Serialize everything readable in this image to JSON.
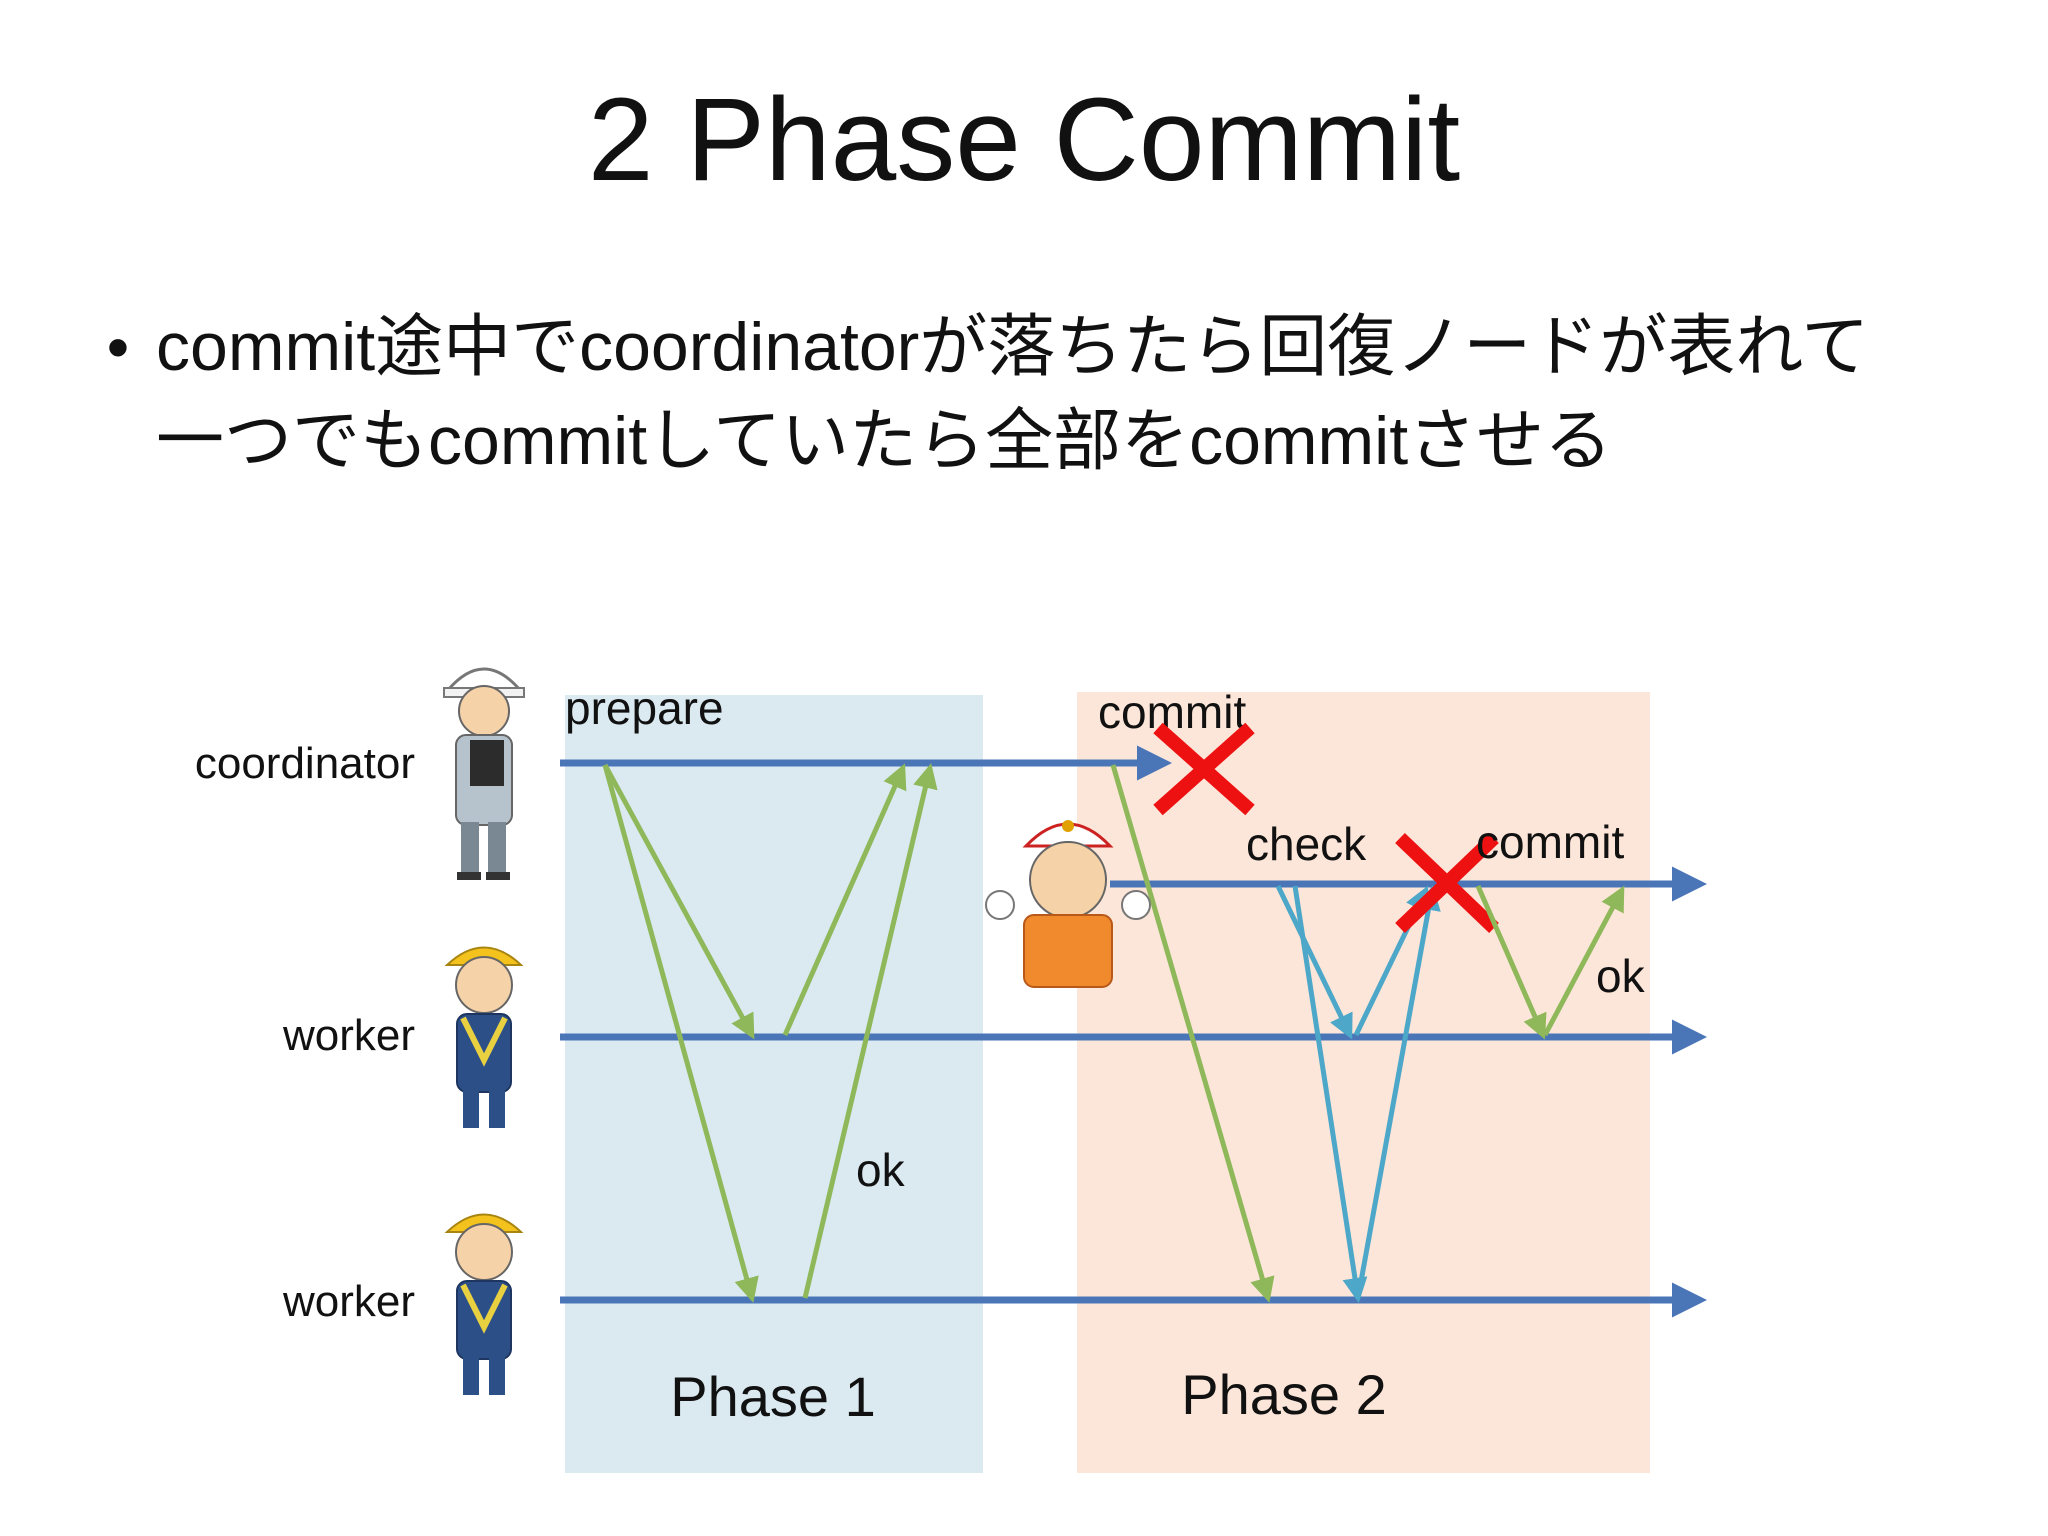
{
  "slide": {
    "title": "2 Phase Commit",
    "bullets": [
      "commit途中でcoordinatorが落ちたら回復ノードが表れて一つでもcommitしていたら全部をcommitさせる"
    ]
  },
  "diagram": {
    "actors": {
      "coordinator": "coordinator",
      "worker1": "worker",
      "worker2": "worker"
    },
    "phases": {
      "phase1": "Phase 1",
      "phase2": "Phase 2"
    },
    "messages": {
      "prepare": "prepare",
      "ok_phase1": "ok",
      "commit_failed": "commit",
      "check": "check",
      "commit_recovery": "commit",
      "ok_phase2": "ok"
    },
    "colors": {
      "timeline": "#4a76b8",
      "phase1_bg": "#dbeaf1",
      "phase2_bg": "#fce6d9",
      "green_arrow": "#8fb85a",
      "blue_arrow": "#4ca7c8",
      "failure_x": "#ee1111"
    },
    "icons": [
      "coordinator-worker-icon",
      "recovery-node-icon",
      "worker-icon",
      "failure-x-icon"
    ]
  }
}
